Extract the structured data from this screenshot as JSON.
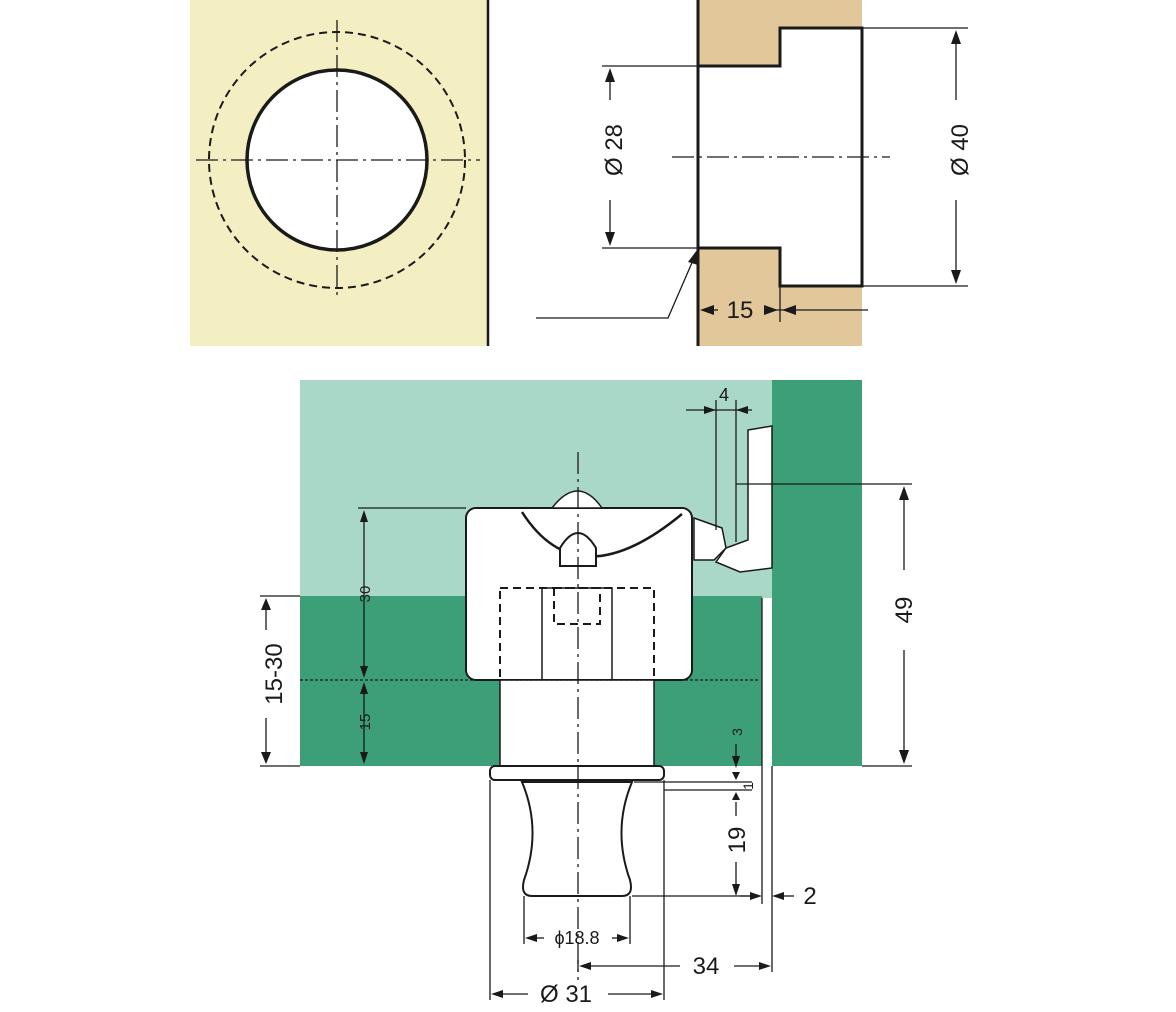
{
  "colors": {
    "wood_face": "#f3efc2",
    "wood_section": "#e2c79a",
    "panel_light": "#a9d8c8",
    "panel_dark": "#3d9f77",
    "part": "#ffffff",
    "ink": "#1a1a1a"
  },
  "labels": {
    "dia_28": "Ø 28",
    "dia_40": "Ø 40",
    "depth_15_top": "15",
    "gap_4": "4",
    "height_49": "49",
    "height_30": "30",
    "range_15_30": "15-30",
    "height_15": "15",
    "gap_3": "3",
    "gap_1": "1",
    "knob_19": "19",
    "offset_2": "2",
    "knob_dia_18_8": "ϕ18.8",
    "offset_34": "34",
    "dia_31": "Ø 31"
  }
}
